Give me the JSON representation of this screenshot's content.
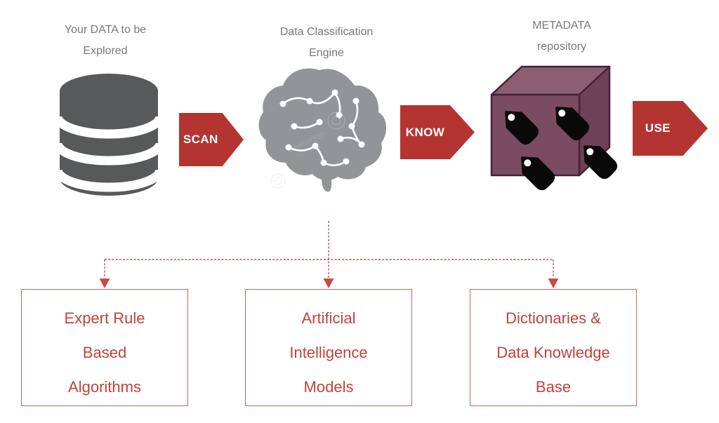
{
  "colors": {
    "accent_red": "#B43431",
    "outline_red": "#CE635C",
    "text_red": "#C2423C",
    "connector_red": "#CC4B45",
    "label_gray": "#77787B",
    "icon_gray": "#58595B",
    "brain_gray": "#929497",
    "cube_front": "#7B4B61",
    "cube_top": "#8C5E74",
    "cube_right": "#6E4158",
    "cube_stroke": "#45213A",
    "tag_black": "#0A0A0A",
    "arrow_label": "#FFFFFF",
    "bg": "#FFFFFF"
  },
  "stages": [
    {
      "icon": "database",
      "title_lines": [
        "Your DATA to be",
        "Explored"
      ]
    },
    {
      "icon": "brain-circuit",
      "title_lines": [
        "Data Classification",
        "Engine"
      ]
    },
    {
      "icon": "tagged-cube",
      "title_lines": [
        "METADATA",
        "repository"
      ]
    }
  ],
  "arrows": [
    {
      "label": "SCAN"
    },
    {
      "label": "KNOW"
    },
    {
      "label": "USE"
    }
  ],
  "sources": [
    {
      "lines": [
        "Expert Rule",
        "Based",
        "Algorithms"
      ]
    },
    {
      "lines": [
        "Artificial",
        "Intelligence",
        "Models"
      ]
    },
    {
      "lines": [
        "Dictionaries &",
        "Data Knowledge",
        "Base"
      ]
    }
  ],
  "watermark": "dreamstime"
}
